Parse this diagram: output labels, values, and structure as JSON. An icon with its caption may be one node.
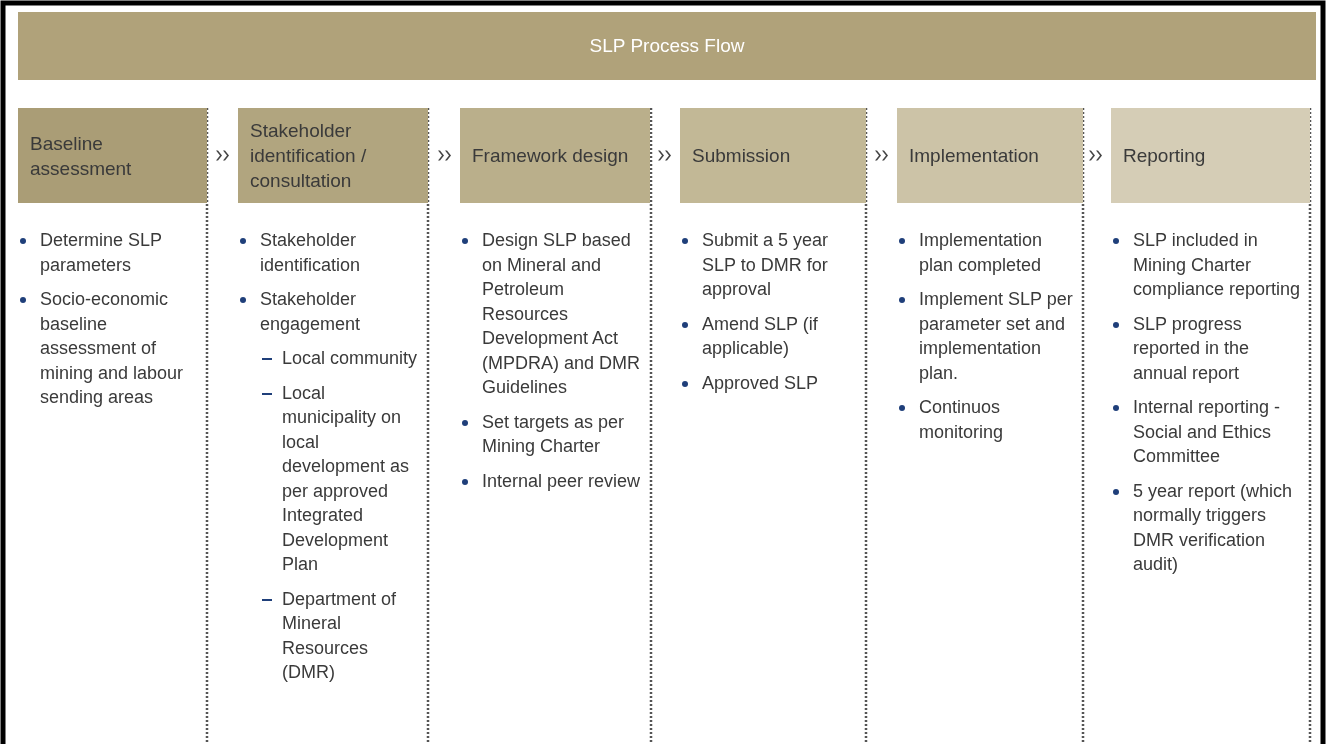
{
  "diagram": {
    "nodes": [
      {
        "text": [
          "SLP Process Flow"
        ]
      },
      {
        "text": [
          "Baseline assessment"
        ],
        "beside": [
          "Determine SLP parameters",
          "Socio-economic baseline assessment of mining and labour sending areas"
        ]
      },
      {
        "text": [
          "Stakeholder identification / consultation"
        ],
        "beside": [
          "Stakeholder identification",
          "Stakeholder engagement",
          "Local community",
          "Local municipality on local development as per approved Integrated Development Plan",
          "Department of Mineral Resources (DMR)"
        ]
      },
      {
        "text": [
          "Framework design"
        ],
        "beside": [
          "Design SLP based on Mineral and Petroleum Resources Development Act (MPDRA) and DMR Guidelines",
          "Set targets as per Mining Charter",
          "Internal peer review"
        ]
      },
      {
        "text": [
          "Submission"
        ],
        "beside": [
          "Submit a 5 year SLP to DMR for approval",
          "Amend SLP (if applicable)",
          "Approved SLP"
        ]
      },
      {
        "text": [
          "Implementation"
        ],
        "beside": [
          "Implementation plan completed",
          "Implement SLP per parameter set and implementation plan.",
          "Continuos monitoring"
        ]
      },
      {
        "text": [
          "Reporting"
        ],
        "beside": [
          "SLP included in Mining Charter compliance reporting",
          "SLP progress reported in the annual report",
          "Internal reporting - Social and Ethics Committee",
          "5 year report (which normally triggers DMR verification audit)"
        ]
      }
    ],
    "edges": [
      {
        "from": 1,
        "to": 2,
        "arrow": "to"
      },
      {
        "from": 2,
        "to": 3,
        "arrow": "to"
      },
      {
        "from": 3,
        "to": 4,
        "arrow": "to"
      },
      {
        "from": 4,
        "to": 5,
        "arrow": "to"
      },
      {
        "from": 5,
        "to": 6,
        "arrow": "to"
      }
    ]
  }
}
